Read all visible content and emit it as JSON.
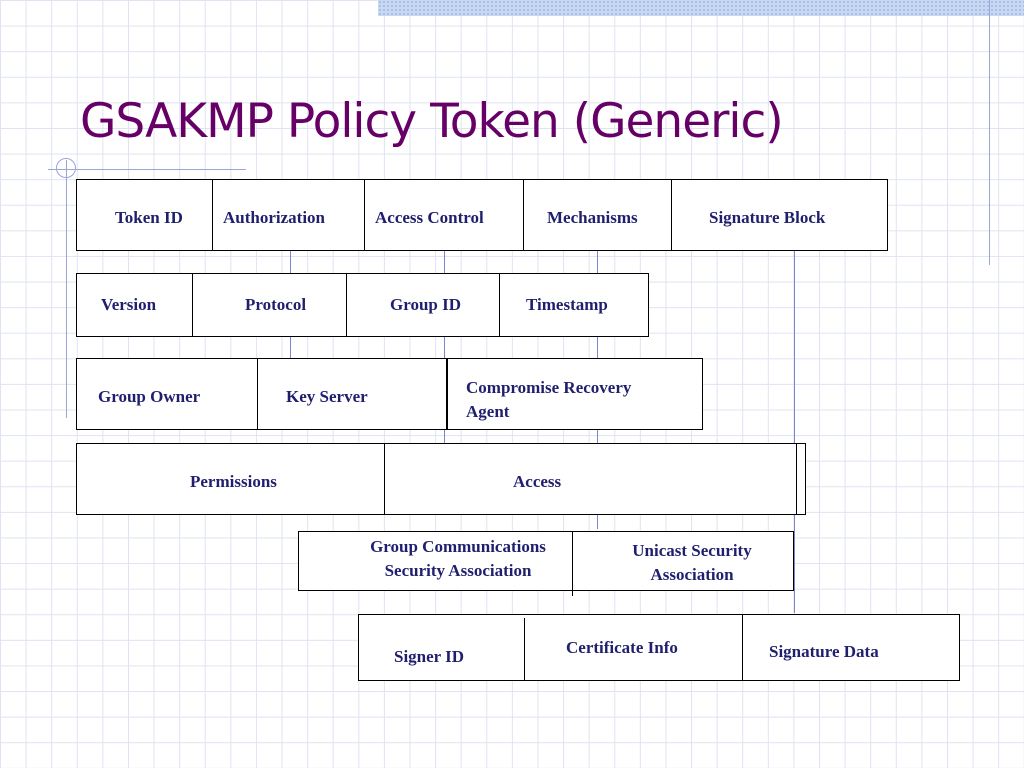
{
  "slide": {
    "title": "GSAKMP Policy Token (Generic)"
  },
  "diagram": {
    "row1": [
      "Token ID",
      "Authorization",
      "Access Control",
      "Mechanisms",
      "Signature Block"
    ],
    "row2": [
      "Version",
      "Protocol",
      "Group ID",
      "Timestamp"
    ],
    "row3": [
      "Group Owner",
      "Key Server",
      "Compromise Recovery",
      "Agent"
    ],
    "row4": [
      "Permissions",
      "Access"
    ],
    "row5": [
      "Group Communications",
      "Security Association",
      "Unicast Security",
      "Association"
    ],
    "row6": [
      "Signer ID",
      "Certificate Info",
      "Signature Data"
    ]
  },
  "colors": {
    "title": "#660066",
    "label": "#1f1f6e",
    "connector": "#7b86cf",
    "grid": "#dfe3f2"
  }
}
